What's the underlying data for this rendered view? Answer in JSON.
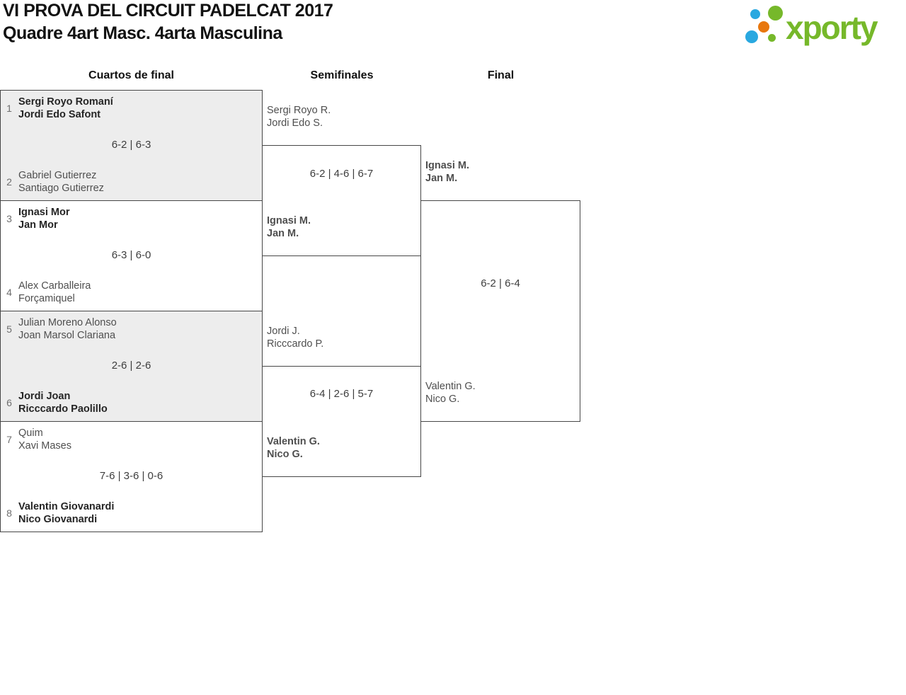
{
  "header": {
    "title_line1": "VI PROVA DEL CIRCUIT PADELCAT 2017",
    "title_line2": "Quadre 4art Masc. 4arta Masculina",
    "logo_text": "xporty"
  },
  "round_headers": {
    "quarterfinals": "Cuartos de final",
    "semifinals": "Semifinales",
    "final": "Final"
  },
  "colors": {
    "logo_green": "#76b82a",
    "logo_blue": "#29a8e0",
    "logo_orange": "#e8770e",
    "box_gray": "#ededed",
    "border": "#474747"
  },
  "bracket": {
    "quarterfinals": [
      {
        "seed_top": "1",
        "team_top": {
          "player1": "Sergi Royo Romaní",
          "player2": "Jordi Edo Safont",
          "winner": true
        },
        "score": "6-2 | 6-3",
        "seed_bottom": "2",
        "team_bottom": {
          "player1": "Gabriel Gutierrez",
          "player2": "Santiago Gutierrez",
          "winner": false
        }
      },
      {
        "seed_top": "3",
        "team_top": {
          "player1": "Ignasi Mor",
          "player2": "Jan Mor",
          "winner": true
        },
        "score": "6-3 | 6-0",
        "seed_bottom": "4",
        "team_bottom": {
          "player1": "Alex Carballeira",
          "player2": "Forçamiquel",
          "winner": false
        }
      },
      {
        "seed_top": "5",
        "team_top": {
          "player1": "Julian Moreno Alonso",
          "player2": "Joan Marsol Clariana",
          "winner": false
        },
        "score": "2-6 | 2-6",
        "seed_bottom": "6",
        "team_bottom": {
          "player1": "Jordi Joan",
          "player2": "Ricccardo Paolillo",
          "winner": true
        }
      },
      {
        "seed_top": "7",
        "team_top": {
          "player1": "Quim",
          "player2": "Xavi Mases",
          "winner": false
        },
        "score": "7-6 | 3-6 | 0-6",
        "seed_bottom": "8",
        "team_bottom": {
          "player1": "Valentin Giovanardi",
          "player2": "Nico Giovanardi",
          "winner": true
        }
      }
    ],
    "semifinals": [
      {
        "team_top": {
          "player1": "Sergi Royo R.",
          "player2": "Jordi Edo S.",
          "winner": false
        },
        "score": "6-2 | 4-6 | 6-7",
        "team_bottom": {
          "player1": "Ignasi M.",
          "player2": "Jan M.",
          "winner": true
        }
      },
      {
        "team_top": {
          "player1": "Jordi J.",
          "player2": "Ricccardo P.",
          "winner": false
        },
        "score": "6-4 | 2-6 | 5-7",
        "team_bottom": {
          "player1": "Valentin G.",
          "player2": "Nico G.",
          "winner": true
        }
      }
    ],
    "final": {
      "team_top": {
        "player1": "Ignasi M.",
        "player2": "Jan M.",
        "winner": true
      },
      "score": "6-2 | 6-4",
      "team_bottom": {
        "player1": "Valentin G.",
        "player2": "Nico G.",
        "winner": false
      }
    }
  }
}
